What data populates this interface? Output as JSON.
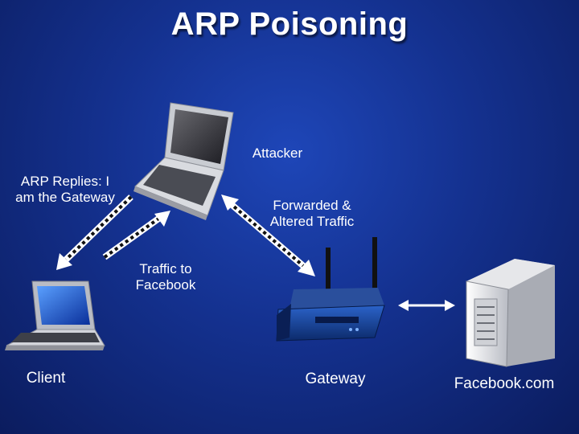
{
  "title": "ARP Poisoning",
  "nodes": {
    "attacker": "Attacker",
    "client": "Client",
    "gateway": "Gateway",
    "server": "Facebook.com"
  },
  "edges": {
    "attacker_client": "ARP Replies: I am the Gateway",
    "client_attacker": "Traffic to Facebook",
    "attacker_gateway": "Forwarded & Altered Traffic"
  },
  "colors": {
    "background": "#14318f",
    "arrow": "#ffffff",
    "dots": "#111111"
  }
}
